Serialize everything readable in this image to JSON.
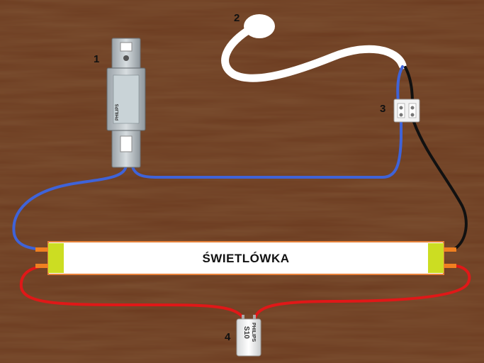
{
  "labels": {
    "ballast": "1",
    "bulb": "2",
    "terminal_block": "3",
    "starter": "4"
  },
  "tube": {
    "label": "ŚWIETLÓWKA"
  },
  "ballast": {
    "brand": "PHILIPS"
  },
  "starter": {
    "brand": "PHILIPS",
    "model": "S10"
  },
  "colors": {
    "background": "#6b3a1f",
    "wood_grain": "#5a2f17",
    "wire_blue": "#3f63d8",
    "wire_red": "#e01818",
    "wire_black": "#111111",
    "wire_white": "#ffffff",
    "tube_end": "#ccdd22",
    "tube_border": "#e8823a",
    "pin_orange": "#f08020"
  }
}
